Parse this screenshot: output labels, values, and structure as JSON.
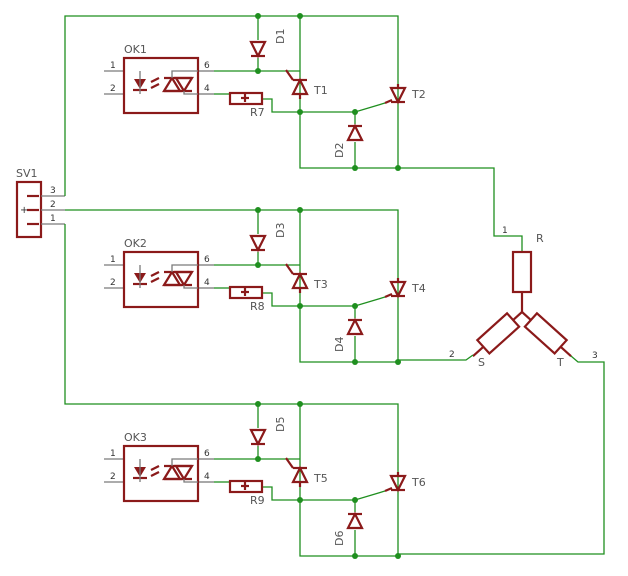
{
  "connector": {
    "name": "SV1",
    "pins": [
      "3",
      "2",
      "1"
    ]
  },
  "stages": [
    {
      "ok": "OK1",
      "diode_top": "D1",
      "diode_bot": "D2",
      "res": "R7",
      "t_small": "T1",
      "t_big": "T2",
      "pins": [
        "1",
        "2",
        "6",
        "4"
      ]
    },
    {
      "ok": "OK2",
      "diode_top": "D3",
      "diode_bot": "D4",
      "res": "R8",
      "t_small": "T3",
      "t_big": "T4",
      "pins": [
        "1",
        "2",
        "6",
        "4"
      ]
    },
    {
      "ok": "OK3",
      "diode_top": "D5",
      "diode_bot": "D6",
      "res": "R9",
      "t_small": "T5",
      "t_big": "T6",
      "pins": [
        "1",
        "2",
        "6",
        "4"
      ]
    }
  ],
  "load": {
    "r": "R",
    "s": "S",
    "t": "T",
    "pin_r": "1",
    "pin_s": "2",
    "pin_t": "3"
  },
  "colors": {
    "wire": "#1f8f1f",
    "component": "#8b1a1a",
    "pinline": "#7a7a7a"
  }
}
